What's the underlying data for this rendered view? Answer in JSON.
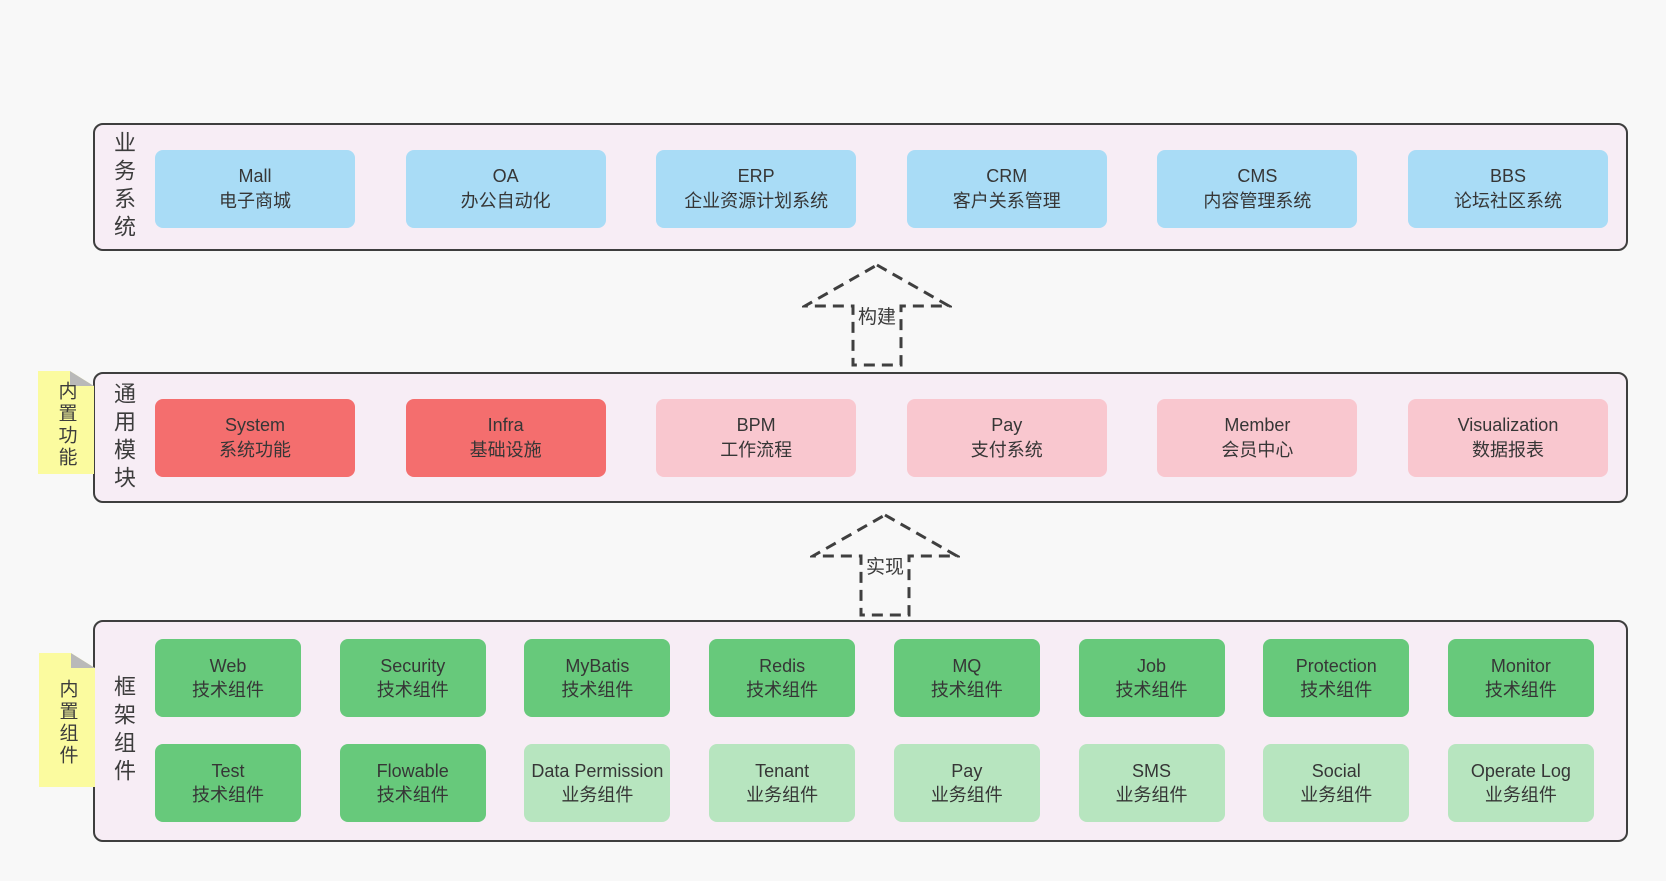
{
  "colors": {
    "background": "#f8f8f8",
    "panel_fill": "#f7edf5",
    "panel_border": "#3e3e3e",
    "business_box": "#a9dcf6",
    "core_module_box": "#f46e6e",
    "optional_module_box": "#f9c7cf",
    "tech_component_box": "#67c97b",
    "biz_component_box": "#b7e5bf",
    "sticky_note": "#fbfb9f",
    "sticky_fold": "#b9b9b9",
    "arrow_stroke": "#3f3f3f"
  },
  "arrows": [
    {
      "label": "构建"
    },
    {
      "label": "实现"
    }
  ],
  "sections": {
    "business": {
      "label": "业务系统",
      "boxes": [
        {
          "title": "Mall",
          "subtitle": "电子商城"
        },
        {
          "title": "OA",
          "subtitle": "办公自动化"
        },
        {
          "title": "ERP",
          "subtitle": "企业资源计划系统"
        },
        {
          "title": "CRM",
          "subtitle": "客户关系管理"
        },
        {
          "title": "CMS",
          "subtitle": "内容管理系统"
        },
        {
          "title": "BBS",
          "subtitle": "论坛社区系统"
        }
      ]
    },
    "modules": {
      "label": "通用模块",
      "sticky": "内置功能",
      "boxes": [
        {
          "title": "System",
          "subtitle": "系统功能"
        },
        {
          "title": "Infra",
          "subtitle": "基础设施"
        },
        {
          "title": "BPM",
          "subtitle": "工作流程"
        },
        {
          "title": "Pay",
          "subtitle": "支付系统"
        },
        {
          "title": "Member",
          "subtitle": "会员中心"
        },
        {
          "title": "Visualization",
          "subtitle": "数据报表"
        }
      ]
    },
    "framework": {
      "label": "框架组件",
      "sticky": "内置组件",
      "row1": [
        {
          "title": "Web",
          "subtitle": "技术组件"
        },
        {
          "title": "Security",
          "subtitle": "技术组件"
        },
        {
          "title": "MyBatis",
          "subtitle": "技术组件"
        },
        {
          "title": "Redis",
          "subtitle": "技术组件"
        },
        {
          "title": "MQ",
          "subtitle": "技术组件"
        },
        {
          "title": "Job",
          "subtitle": "技术组件"
        },
        {
          "title": "Protection",
          "subtitle": "技术组件"
        },
        {
          "title": "Monitor",
          "subtitle": "技术组件"
        }
      ],
      "row2": [
        {
          "title": "Test",
          "subtitle": "技术组件"
        },
        {
          "title": "Flowable",
          "subtitle": "技术组件"
        },
        {
          "title": "Data Permission",
          "subtitle": "业务组件"
        },
        {
          "title": "Tenant",
          "subtitle": "业务组件"
        },
        {
          "title": "Pay",
          "subtitle": "业务组件"
        },
        {
          "title": "SMS",
          "subtitle": "业务组件"
        },
        {
          "title": "Social",
          "subtitle": "业务组件"
        },
        {
          "title": "Operate Log",
          "subtitle": "业务组件"
        }
      ]
    }
  }
}
